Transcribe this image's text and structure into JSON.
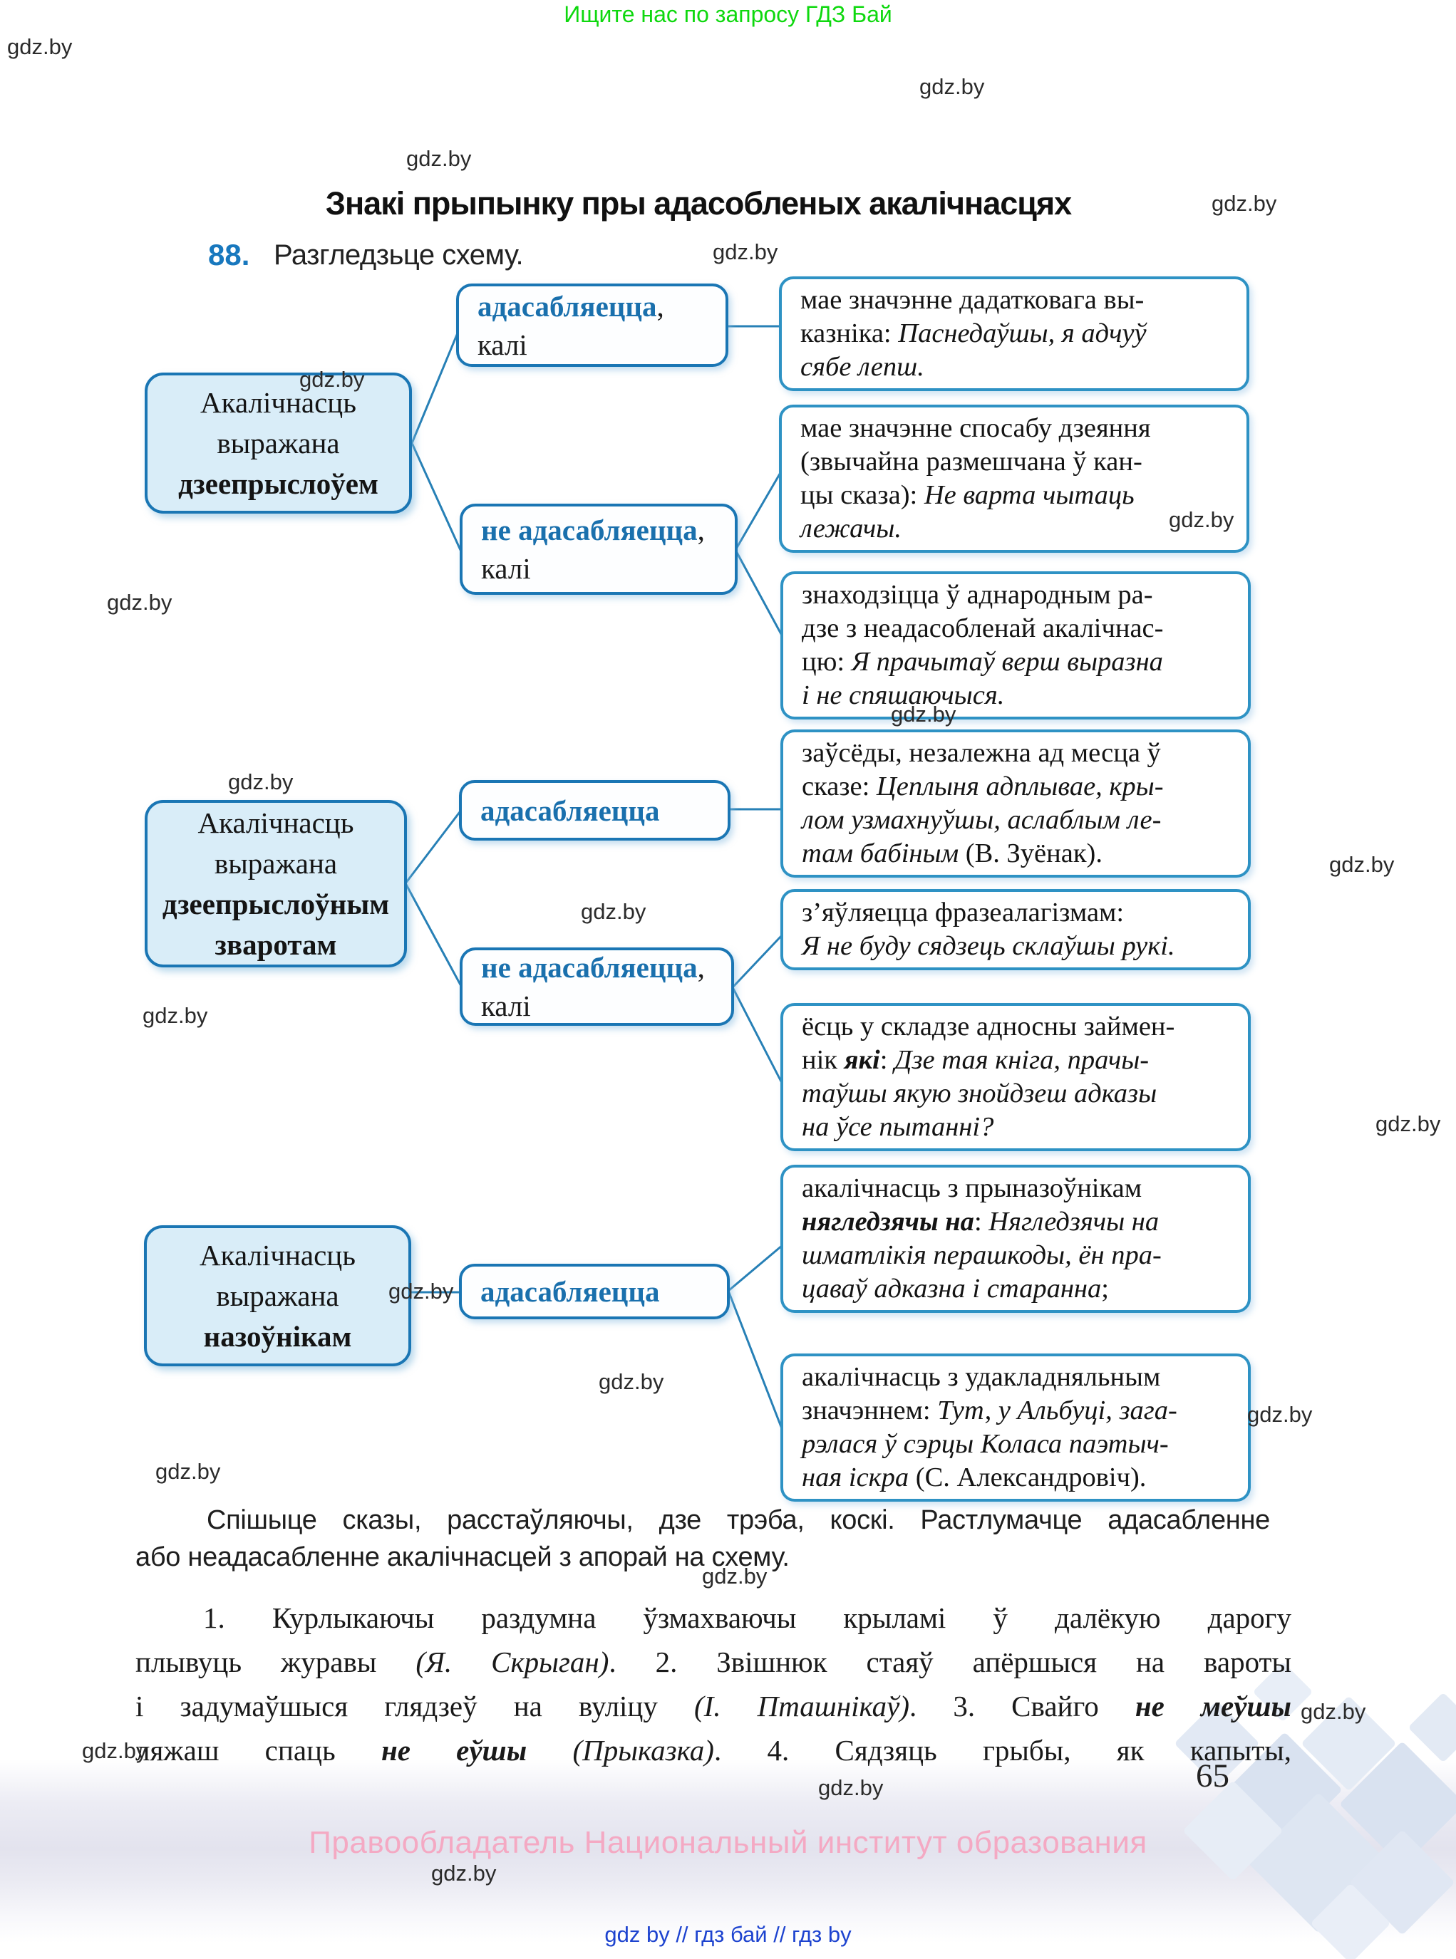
{
  "header": {
    "promo": "Ищите нас по запросу ГДЗ Бай"
  },
  "watermark": "gdz.by",
  "title": "Знакі прыпынку пры адасобленых акалічнасцях",
  "exercise": {
    "number": "88.",
    "task": "Разгледзьце схему."
  },
  "diagram": {
    "left_boxes": [
      {
        "lines": [
          [
            {
              "t": "Акалічнасць"
            }
          ],
          [
            {
              "t": "выражана"
            }
          ],
          [
            {
              "t": "дзеепрыслоўем",
              "s": "b"
            }
          ]
        ]
      },
      {
        "lines": [
          [
            {
              "t": "Акалічнасць"
            }
          ],
          [
            {
              "t": "выражана"
            }
          ],
          [
            {
              "t": "дзеепрыслоўным",
              "s": "b"
            }
          ],
          [
            {
              "t": "зваротам",
              "s": "b"
            }
          ]
        ]
      },
      {
        "lines": [
          [
            {
              "t": "Акалічнасць"
            }
          ],
          [
            {
              "t": "выражана"
            }
          ],
          [
            {
              "t": "назоўнікам",
              "s": "b"
            }
          ]
        ]
      }
    ],
    "mid_boxes": [
      {
        "lines": [
          [
            {
              "t": "адасабляецца",
              "s": "key"
            },
            {
              "t": ","
            }
          ],
          [
            {
              "t": "калі"
            }
          ]
        ]
      },
      {
        "lines": [
          [
            {
              "t": "не адасабляецца",
              "s": "key"
            },
            {
              "t": ","
            }
          ],
          [
            {
              "t": "калі"
            }
          ]
        ]
      },
      {
        "lines": [
          [
            {
              "t": "адасабляецца",
              "s": "key"
            }
          ]
        ]
      },
      {
        "lines": [
          [
            {
              "t": "не адасабляецца",
              "s": "key"
            },
            {
              "t": ","
            }
          ],
          [
            {
              "t": "калі"
            }
          ]
        ]
      },
      {
        "lines": [
          [
            {
              "t": "адасабляецца",
              "s": "key"
            }
          ]
        ]
      }
    ],
    "right_boxes": [
      {
        "lines": [
          [
            {
              "t": "мае значэнне дадатковага вы-"
            }
          ],
          [
            {
              "t": "казніка: "
            },
            {
              "t": "Паснедаўшы, я адчуў",
              "s": "i"
            }
          ],
          [
            {
              "t": "сябе лепш.",
              "s": "i"
            }
          ]
        ]
      },
      {
        "lines": [
          [
            {
              "t": "мае значэнне спосабу дзеяння"
            }
          ],
          [
            {
              "t": "(звычайна размешчана ў кан-"
            }
          ],
          [
            {
              "t": "цы сказа): "
            },
            {
              "t": "Не варта чытаць",
              "s": "i"
            }
          ],
          [
            {
              "t": "лежачы.",
              "s": "i"
            }
          ]
        ]
      },
      {
        "lines": [
          [
            {
              "t": "знаходзіцца ў аднародным ра-"
            }
          ],
          [
            {
              "t": "дзе з неадасобленай акалічнас-"
            }
          ],
          [
            {
              "t": "цю: "
            },
            {
              "t": "Я прачытаў верш выразна",
              "s": "i"
            }
          ],
          [
            {
              "t": "і не спяшаючыся.",
              "s": "i"
            }
          ]
        ]
      },
      {
        "lines": [
          [
            {
              "t": "заўсёды, незалежна ад месца ў"
            }
          ],
          [
            {
              "t": "сказе: "
            },
            {
              "t": "Цеплыня адплывае, кры-",
              "s": "i"
            }
          ],
          [
            {
              "t": "лом узмахнуўшы, аслаблым ле-",
              "s": "i"
            }
          ],
          [
            {
              "t": "там бабіным ",
              "s": "i"
            },
            {
              "t": "(В. Зуёнак)."
            }
          ]
        ]
      },
      {
        "lines": [
          [
            {
              "t": "з’яўляецца фразеалагізмам:"
            }
          ],
          [
            {
              "t": "Я не буду сядзець склаўшы рукі.",
              "s": "i"
            }
          ]
        ]
      },
      {
        "lines": [
          [
            {
              "t": "ёсць у складзе адносны займен-"
            }
          ],
          [
            {
              "t": "нік "
            },
            {
              "t": "які",
              "s": "bi"
            },
            {
              "t": ": "
            },
            {
              "t": "Дзе тая кніга, прачы-",
              "s": "i"
            }
          ],
          [
            {
              "t": "таўшы якую знойдзеш адказы",
              "s": "i"
            }
          ],
          [
            {
              "t": "на ўсе пытанні?",
              "s": "i"
            }
          ]
        ]
      },
      {
        "lines": [
          [
            {
              "t": "акалічнасць з прыназоўнікам"
            }
          ],
          [
            {
              "t": "нягледзячы на",
              "s": "bi"
            },
            {
              "t": ": "
            },
            {
              "t": "Нягледзячы на",
              "s": "i"
            }
          ],
          [
            {
              "t": "шматлікія перашкоды, ён пра-",
              "s": "i"
            }
          ],
          [
            {
              "t": "цаваў адказна і старанна",
              "s": "i"
            },
            {
              "t": ";"
            }
          ]
        ]
      },
      {
        "lines": [
          [
            {
              "t": "акалічнасць з удакладняльным"
            }
          ],
          [
            {
              "t": "значэннем: "
            },
            {
              "t": "Тут, у Альбуці, зага-",
              "s": "i"
            }
          ],
          [
            {
              "t": "рэлася ў сэрцы Коласа паэтыч-",
              "s": "i"
            }
          ],
          [
            {
              "t": "ная іскра ",
              "s": "i"
            },
            {
              "t": "(С. Александровіч)."
            }
          ]
        ]
      }
    ]
  },
  "instruction": {
    "lines": [
      [
        {
          "t": "Спішыце сказы, расстаўляючы, дзе трэба, коскі. Растлумачце адасабленне"
        }
      ],
      [
        {
          "t": "або неадасабленне акалічнасцей з апорай на схему."
        }
      ]
    ]
  },
  "sentences": {
    "lines": [
      [
        {
          "t": "1. Курлыкаючы раздумна ўзмахваючы крыламі ў далёкую дарогу"
        }
      ],
      [
        {
          "t": "плывуць журавы "
        },
        {
          "t": "(Я. Скрыган)",
          "s": "i"
        },
        {
          "t": ". 2. Звішнюк стаяў апёршыся на вароты"
        }
      ],
      [
        {
          "t": "і задумаўшыся глядзеў на вуліцу "
        },
        {
          "t": "(І. Пташнікаў)",
          "s": "i"
        },
        {
          "t": ". 3. Свайго "
        },
        {
          "t": "не меўшы",
          "s": "bi"
        }
      ],
      [
        {
          "t": "ляжаш спаць "
        },
        {
          "t": "не еўшы",
          "s": "bi"
        },
        {
          "t": " "
        },
        {
          "t": "(Прыказка)",
          "s": "i"
        },
        {
          "t": ". 4. Сядзяць грыбы, як капыты,"
        }
      ]
    ]
  },
  "page_number": "65",
  "footer": {
    "copyright": "Правообладатель Национальный институт образования",
    "links": "gdz by  //  гдз бай  //  гдз by"
  },
  "colors": {
    "box_border_blue": "#1a76b4",
    "right_box_border_blue": "#2e92c4",
    "left_box_fill": "#d9edf8",
    "keyword_blue": "#1a70ad",
    "exercise_number_blue": "#1878be",
    "promo_green": "#0ed80e",
    "copyright_pink": "#f4a9c3",
    "links_blue": "#1d43cf"
  }
}
